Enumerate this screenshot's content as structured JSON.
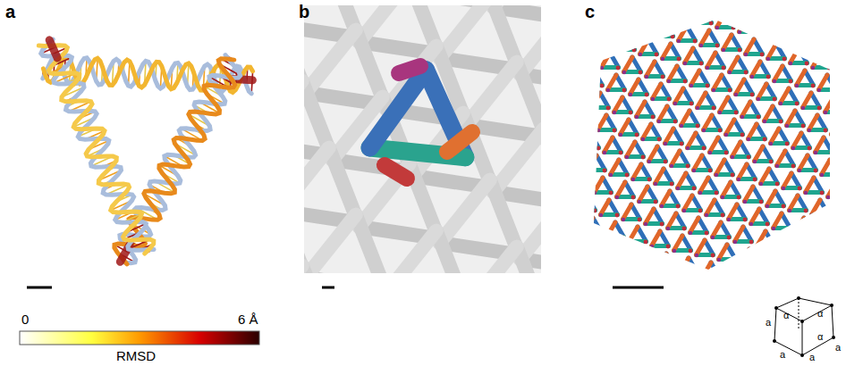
{
  "diagram": {
    "labels": [
      "a",
      "b",
      "c",
      "0",
      "6 Å",
      "RMSD",
      "α",
      "α",
      "α",
      "a",
      "a",
      "a",
      "a"
    ]
  }
}
